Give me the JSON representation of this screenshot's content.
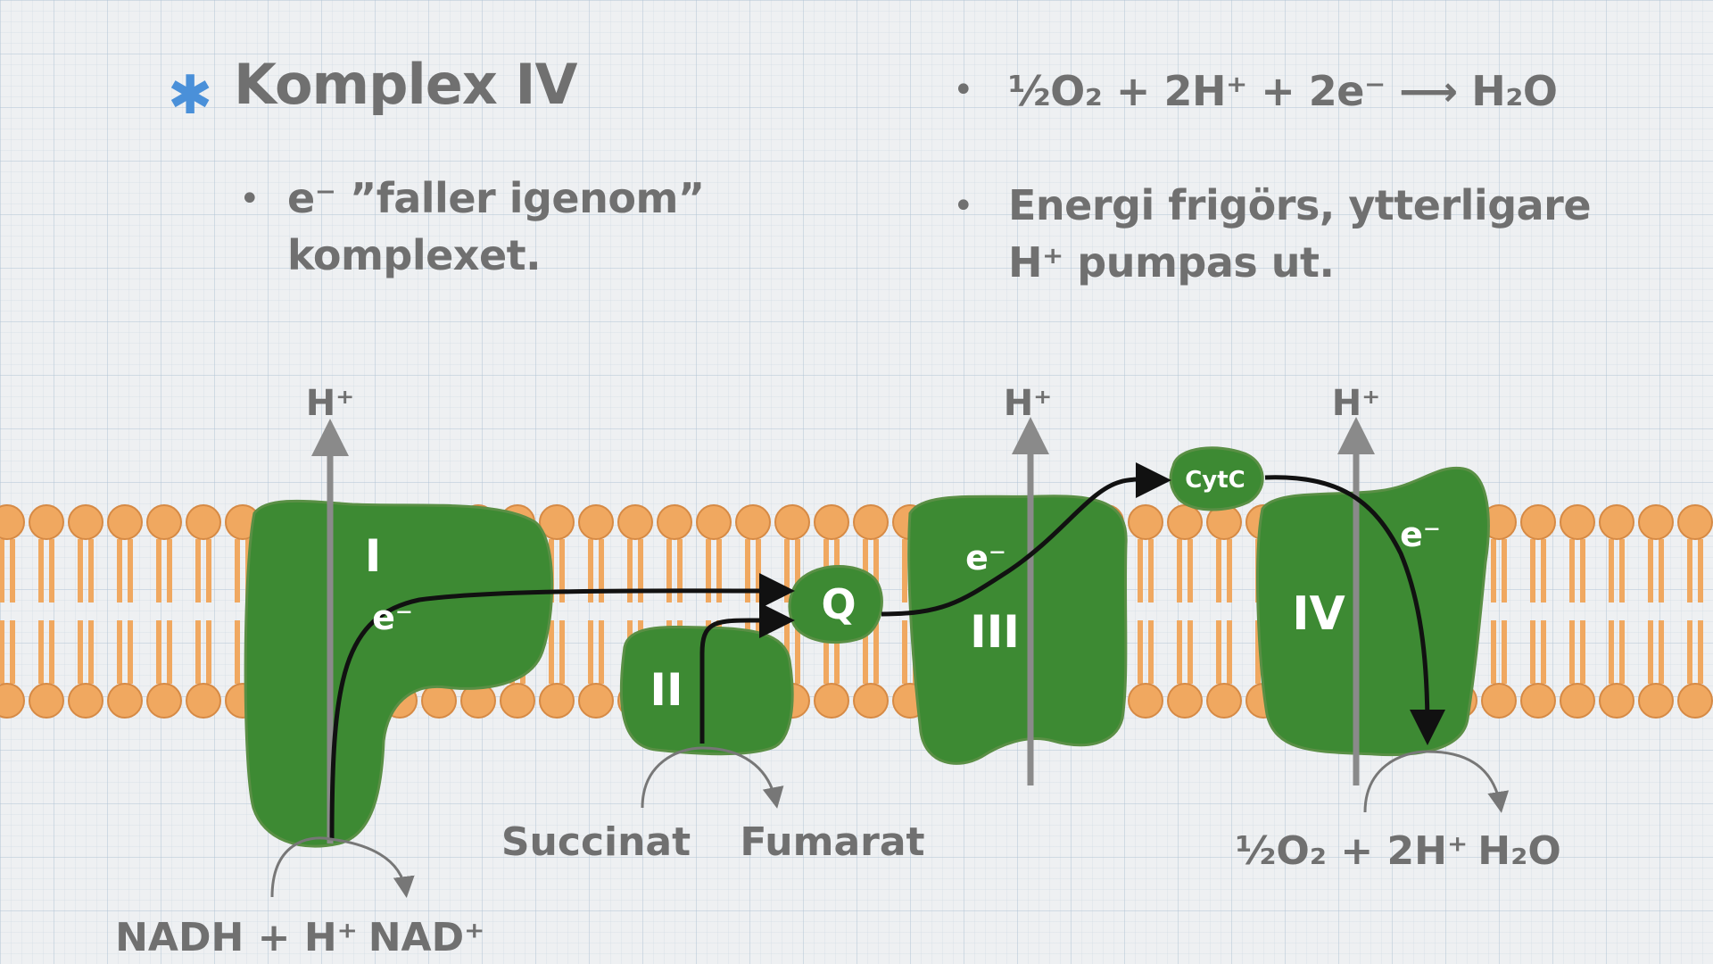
{
  "slide": {
    "title": "Komplex IV",
    "left_bullet": {
      "line1": "e⁻ ”faller igenom”",
      "line2": "komplexet."
    },
    "right_bullets": [
      {
        "line1": "½O₂ + 2H⁺ + 2e⁻ ⟶ H₂O"
      },
      {
        "line1": "Energi frigörs, ytterligare",
        "line2": "H⁺ pumpas ut."
      }
    ]
  },
  "diagram": {
    "complex_labels": {
      "I": "I",
      "II": "II",
      "Q": "Q",
      "III": "III",
      "cytc": "CytC",
      "IV": "IV"
    },
    "electron_label": "e⁻",
    "proton_label": "H⁺",
    "substrates": {
      "nadh": "NADH + H⁺",
      "nad": "NAD⁺",
      "succinat": "Succinat",
      "fumarat": "Fumarat",
      "oxygen": "½O₂ + 2H⁺",
      "water": "H₂O"
    },
    "colors": {
      "membrane": "#f0a860",
      "membrane_outline": "#d68a45",
      "protein": "#3d8a33",
      "protein_outline": "#5a8f45",
      "arrow": "#111111",
      "proton_arrow": "#8a8a8a",
      "accent_star": "#4a90d9"
    }
  }
}
